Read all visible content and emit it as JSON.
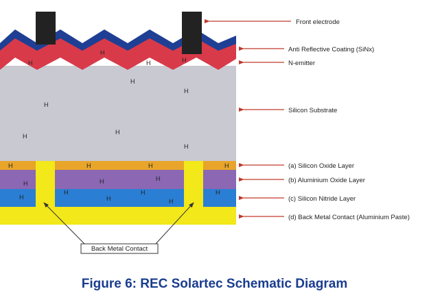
{
  "labels": {
    "front_electrode": "Front electrode",
    "anti_reflective": "Anti Reflective Coating (SiNx)",
    "n_emitter": "N-emitter",
    "silicon_substrate": "Silicon Substrate",
    "silicon_oxide": "(a)  Silicon Oxide Layer",
    "aluminium_oxide": "(b)  Aluminium Oxide Layer",
    "silicon_nitride": "(c)  Silicon Nitride Layer",
    "back_metal": "(d)  Back Metal Contact (Aluminium Paste)"
  },
  "back_contact_box": "Back Metal Contact",
  "hydrogen_symbol": "H",
  "caption": "Figure 6: REC Solartec Schematic Diagram",
  "colors": {
    "front_electrode": "#222222",
    "anti_reflective": "#1f3f94",
    "n_emitter": "#d83a4a",
    "silicon_substrate": "#c9c9d1",
    "silicon_oxide": "#e8a52a",
    "aluminium_oxide": "#8b67b4",
    "silicon_nitride": "#2a7fd4",
    "back_metal": "#f2e81a",
    "arrow": "#c0392b",
    "caption": "#1a3d8f"
  }
}
